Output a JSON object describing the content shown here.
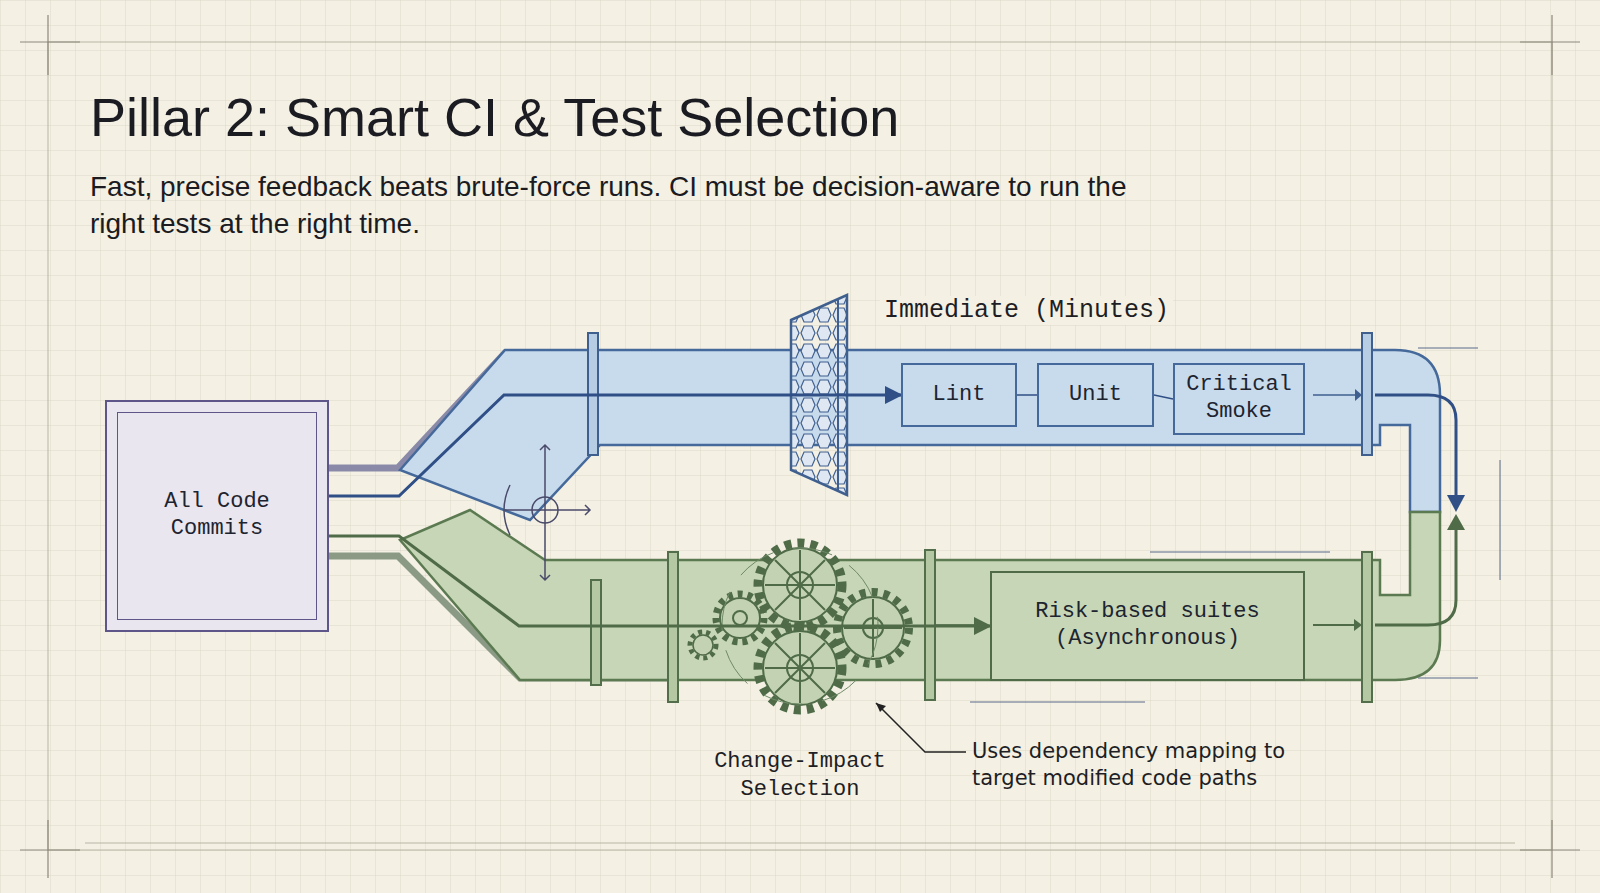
{
  "diagram": {
    "title": "Pillar 2: Smart CI & Test Selection",
    "caption": "Fast, precise feedback beats brute-force runs. CI must be decision-aware to run the right tests at the right time.",
    "nodes": [
      {
        "text": [
          "All Code Commits"
        ]
      },
      {
        "text": [
          "Lint"
        ]
      },
      {
        "text": [
          "Unit"
        ]
      },
      {
        "text": [
          "Critical Smoke"
        ]
      },
      {
        "text": [
          "Risk-based suites (Asynchronous)"
        ]
      }
    ],
    "edges": [
      {
        "from": 0,
        "to": 1,
        "arrow": "to"
      },
      {
        "from": 1,
        "to": 2,
        "arrow": "none"
      },
      {
        "from": 2,
        "to": 3,
        "arrow": "none"
      },
      {
        "from": 0,
        "to": 4,
        "arrow": "to"
      }
    ],
    "labels": [
      "Immediate (Minutes)",
      "Change-Impact Selection",
      "Uses dependency mapping to target modified code paths"
    ]
  }
}
